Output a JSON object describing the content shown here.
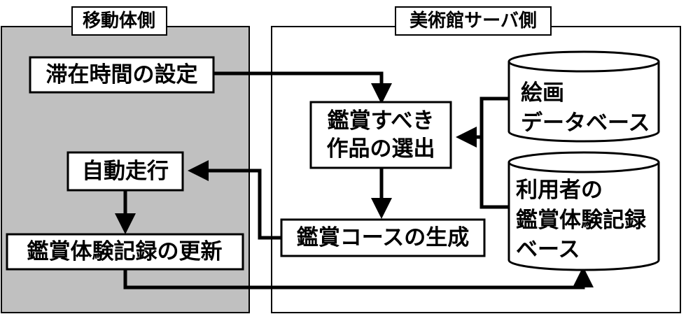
{
  "colors": {
    "mobile_side_fill": "#c0c0c0",
    "stroke": "#000000",
    "box_fill": "#ffffff"
  },
  "sections": {
    "mobile": {
      "label": "移動体側"
    },
    "server": {
      "label": "美術館サーバ側"
    }
  },
  "nodes": {
    "set_stay_time": {
      "label": "滞在時間の設定"
    },
    "auto_drive": {
      "label": "自動走行"
    },
    "update_record": {
      "label": "鑑賞体験記録の更新"
    },
    "select_works": {
      "lines": [
        "鑑賞すべき",
        "作品の選出"
      ]
    },
    "generate_course": {
      "label": "鑑賞コースの生成"
    },
    "painting_db": {
      "lines": [
        "絵画",
        "データベース"
      ]
    },
    "user_record_db": {
      "lines": [
        "利用者の",
        "鑑賞体験記録",
        "ベース"
      ]
    }
  }
}
